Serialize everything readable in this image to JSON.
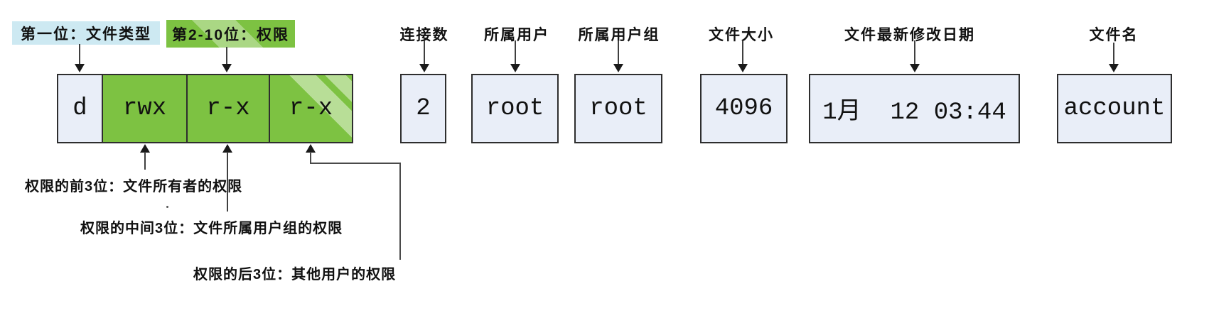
{
  "diagram": {
    "description": "Linux ls -l output field explanation",
    "top_labels": {
      "file_type": "第一位：文件类型",
      "permission": "第2-10位：权限",
      "links": "连接数",
      "owner": "所属用户",
      "group": "所属用户组",
      "size": "文件大小",
      "mtime": "文件最新修改日期",
      "name": "文件名"
    },
    "fields": {
      "type_char": "d",
      "owner_perm": "rwx",
      "group_perm": "r-x",
      "other_perm": "r-x",
      "links": "2",
      "owner": "root",
      "group": "root",
      "size": "4096",
      "mtime": "1月  12 03:44",
      "name": "account"
    },
    "annotations": {
      "owner_note": "权限的前3位：文件所有者的权限",
      "group_note": "权限的中间3位：文件所属用户组的权限",
      "other_note": "权限的后3位：其他用户的权限"
    },
    "colors": {
      "green": "#7dc242",
      "box_fill": "#e9eef8",
      "label_blue": "#cde9f2",
      "border": "#2e2e2e",
      "line": "#4a4a4a"
    }
  }
}
